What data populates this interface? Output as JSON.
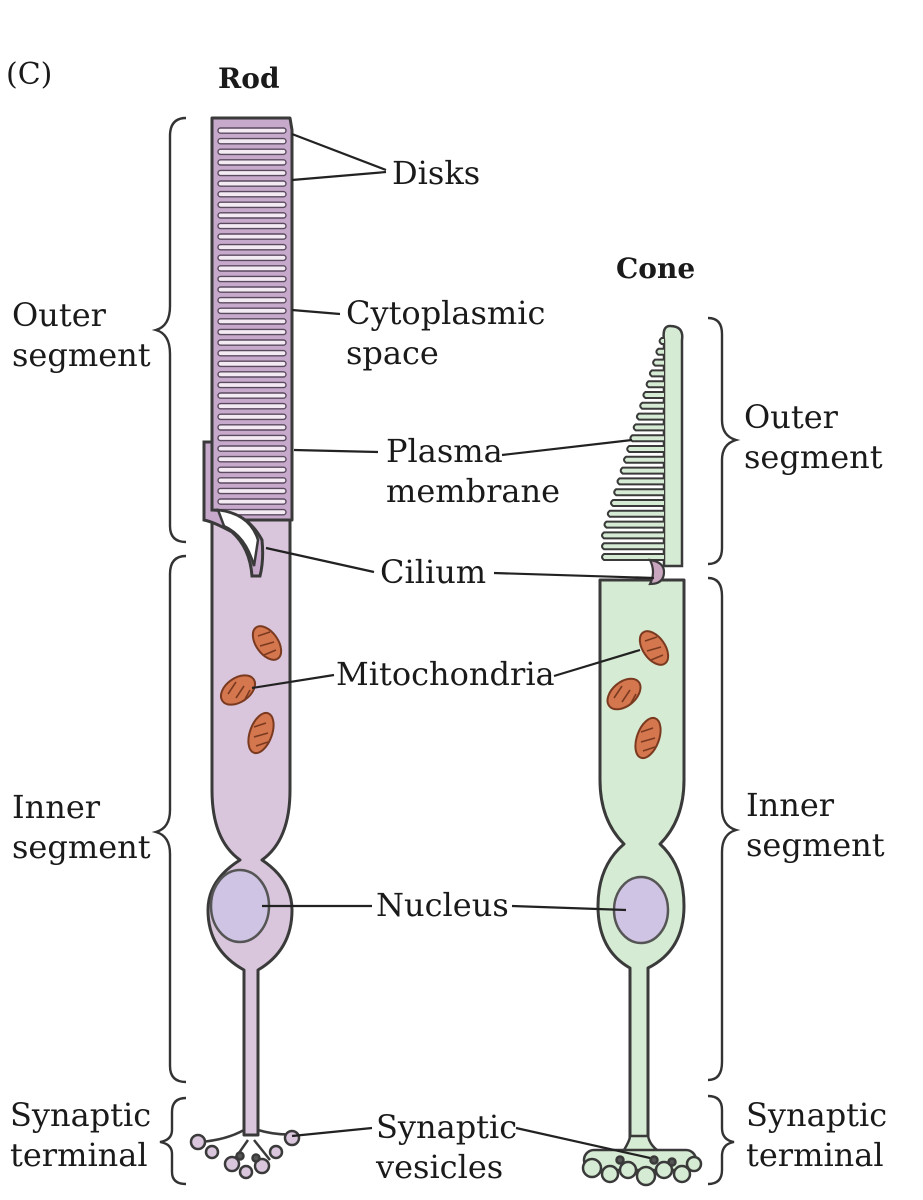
{
  "panel_label": "(C)",
  "rod": {
    "title": "Rod",
    "left_labels": {
      "outer_segment": [
        "Outer",
        "segment"
      ],
      "inner_segment": [
        "Inner",
        "segment"
      ],
      "synaptic_terminal": [
        "Synaptic",
        "terminal"
      ]
    }
  },
  "cone": {
    "title": "Cone",
    "right_labels": {
      "outer_segment": [
        "Outer",
        "segment"
      ],
      "inner_segment": [
        "Inner",
        "segment"
      ],
      "synaptic_terminal": [
        "Synaptic",
        "terminal"
      ]
    }
  },
  "center_labels": {
    "disks": "Disks",
    "cytoplasmic_space": [
      "Cytoplasmic",
      "space"
    ],
    "plasma_membrane": [
      "Plasma",
      "membrane"
    ],
    "cilium": "Cilium",
    "mitochondria": "Mitochondria",
    "nucleus": "Nucleus",
    "synaptic_vesicles": [
      "Synaptic",
      "vesicles"
    ]
  },
  "colors": {
    "rod_fill": "#d9c6dc",
    "rod_outer_fill": "#c7a9cc",
    "cone_fill": "#d6ebd3",
    "nucleus_fill": "#cfc4e3",
    "mitochondria_fill": "#d4764e"
  }
}
